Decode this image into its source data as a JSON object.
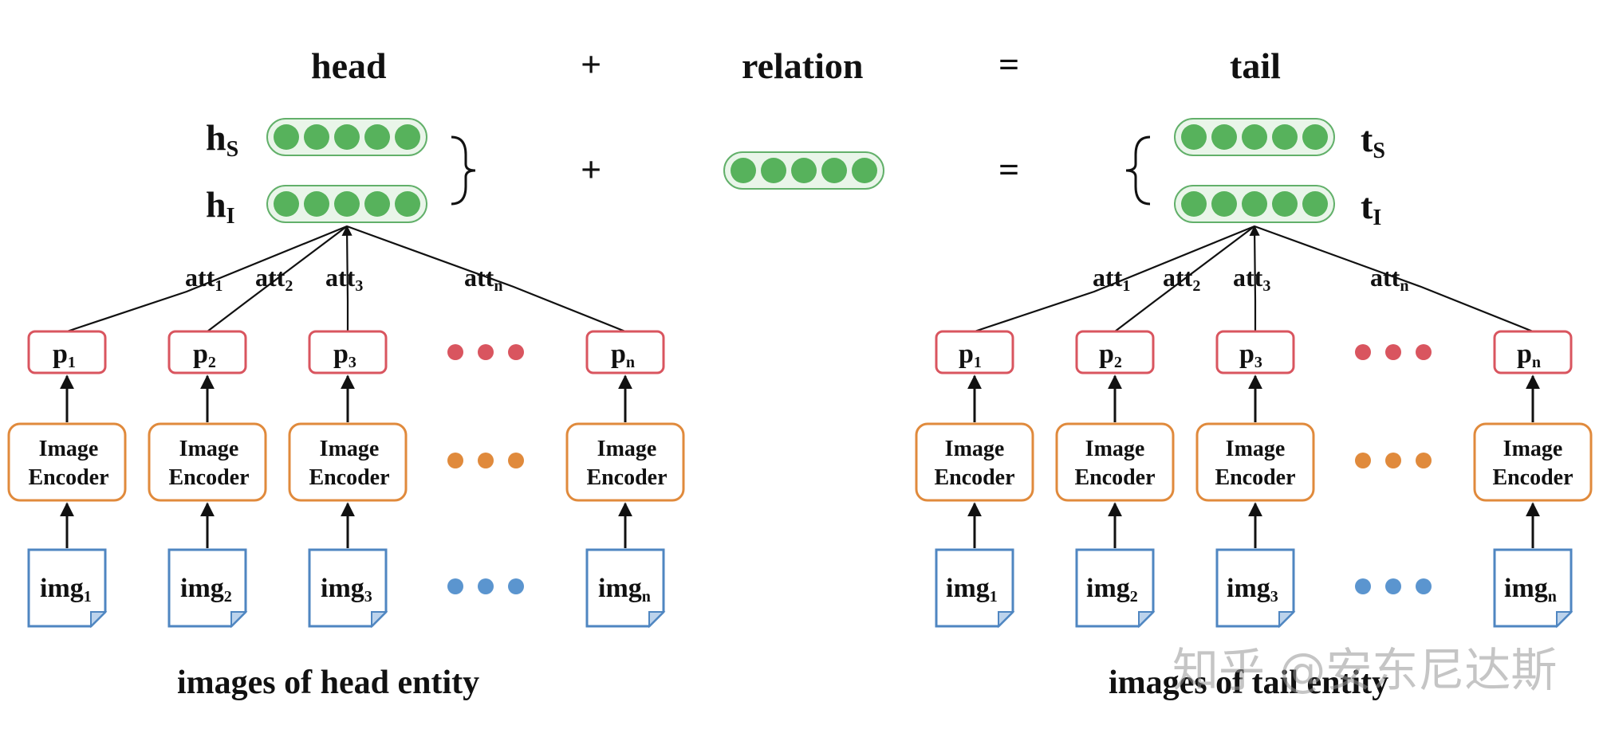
{
  "header": {
    "head": "head",
    "plus": "+",
    "relation": "relation",
    "equals": "=",
    "tail": "tail"
  },
  "left": {
    "hs_main": "h",
    "hs_sub": "S",
    "hi_main": "h",
    "hi_sub": "I",
    "att": [
      {
        "main": "att",
        "sub": "1"
      },
      {
        "main": "att",
        "sub": "2"
      },
      {
        "main": "att",
        "sub": "3"
      },
      {
        "main": "att",
        "sub": "n"
      }
    ],
    "p": [
      {
        "main": "p",
        "sub": "1"
      },
      {
        "main": "p",
        "sub": "2"
      },
      {
        "main": "p",
        "sub": "3"
      },
      {
        "main": "p",
        "sub": "n"
      }
    ],
    "encoder": {
      "line1": "Image",
      "line2": "Encoder"
    },
    "img": [
      {
        "main": "img",
        "sub": "1"
      },
      {
        "main": "img",
        "sub": "2"
      },
      {
        "main": "img",
        "sub": "3"
      },
      {
        "main": "img",
        "sub": "n"
      }
    ],
    "caption": "images of head entity"
  },
  "middle": {
    "plus": "+",
    "equals": "="
  },
  "right": {
    "ts_main": "t",
    "ts_sub": "S",
    "ti_main": "t",
    "ti_sub": "I",
    "att": [
      {
        "main": "att",
        "sub": "1"
      },
      {
        "main": "att",
        "sub": "2"
      },
      {
        "main": "att",
        "sub": "3"
      },
      {
        "main": "att",
        "sub": "n"
      }
    ],
    "p": [
      {
        "main": "p",
        "sub": "1"
      },
      {
        "main": "p",
        "sub": "2"
      },
      {
        "main": "p",
        "sub": "3"
      },
      {
        "main": "p",
        "sub": "n"
      }
    ],
    "encoder": {
      "line1": "Image",
      "line2": "Encoder"
    },
    "img": [
      {
        "main": "img",
        "sub": "1"
      },
      {
        "main": "img",
        "sub": "2"
      },
      {
        "main": "img",
        "sub": "3"
      },
      {
        "main": "img",
        "sub": "n"
      }
    ],
    "caption": "images of tail entity"
  },
  "watermark": "知乎 @安东尼达斯",
  "colors": {
    "vector_fill": "#e9f5e9",
    "vector_stroke": "#62b06a",
    "vector_dot": "#57b25c",
    "p_stroke": "#d9555f",
    "encoder_stroke": "#e08a3c",
    "img_stroke": "#4f86c1",
    "img_fill": "#ffffff",
    "dot_red": "#d9555f",
    "dot_orange": "#e08a3c",
    "dot_blue": "#5b95cf",
    "line": "#111111"
  }
}
